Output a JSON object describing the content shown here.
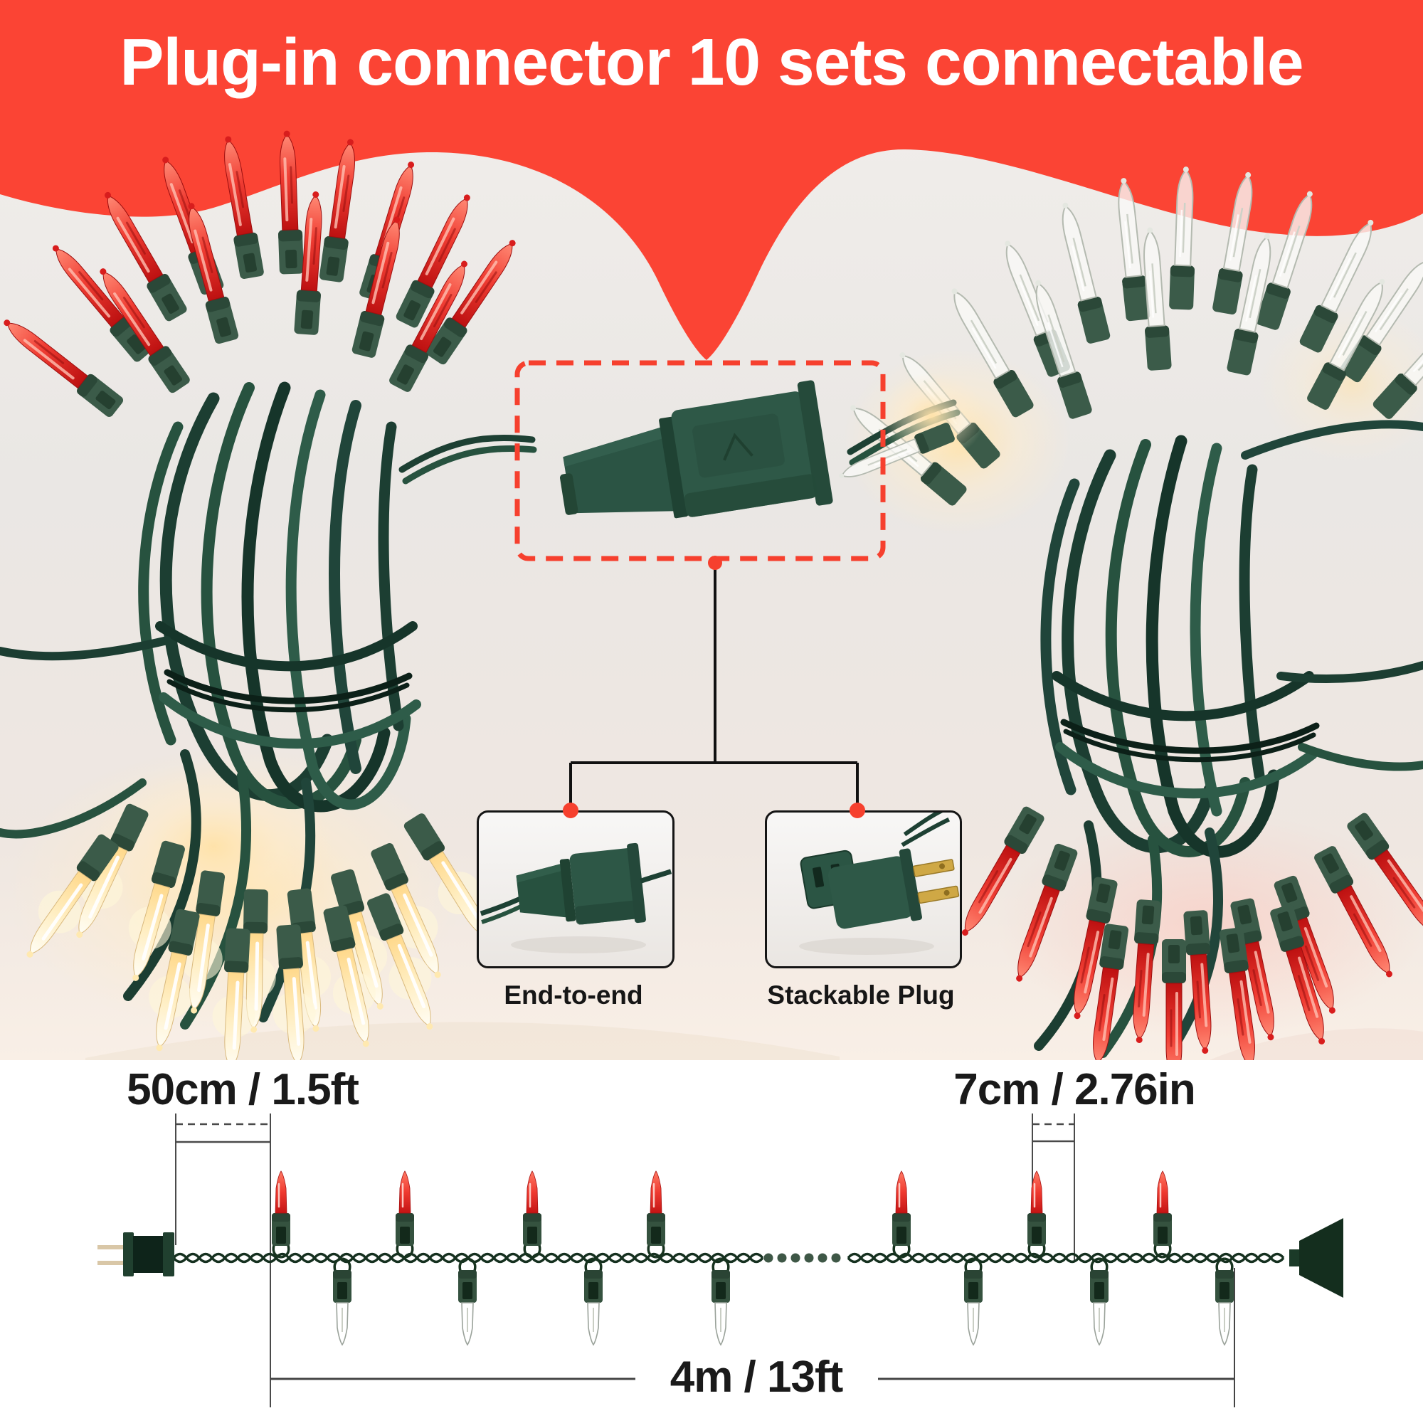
{
  "banner": {
    "title": "Plug-in connector 10 sets connectable",
    "background_color": "#fb4434",
    "text_color": "#ffffff"
  },
  "callout": {
    "end_to_end_label": "End-to-end",
    "stackable_plug_label": "Stackable Plug",
    "dashed_box_color": "#f6402e",
    "dot_color": "#f6402e",
    "line_color": "#111111"
  },
  "diagram": {
    "lead_length": "50cm / 1.5ft",
    "bulb_spacing": "7cm / 2.76in",
    "total_length": "4m / 13ft",
    "red_bulbs_up_count": 7,
    "clear_bulbs_down_count": 7,
    "continuation_dots_count": 6,
    "line_color": "#4a4a4a",
    "text_color": "#1a1a1a"
  },
  "colors": {
    "accent_red": "#fb4434",
    "wire_green": "#1d4034",
    "socket_green": "#3b5b49",
    "bulb_red": "#e02222",
    "bulb_warm": "#ffd98c",
    "plug_prong_brass": "#d9c7a7",
    "photo_background": "#edeae7"
  }
}
